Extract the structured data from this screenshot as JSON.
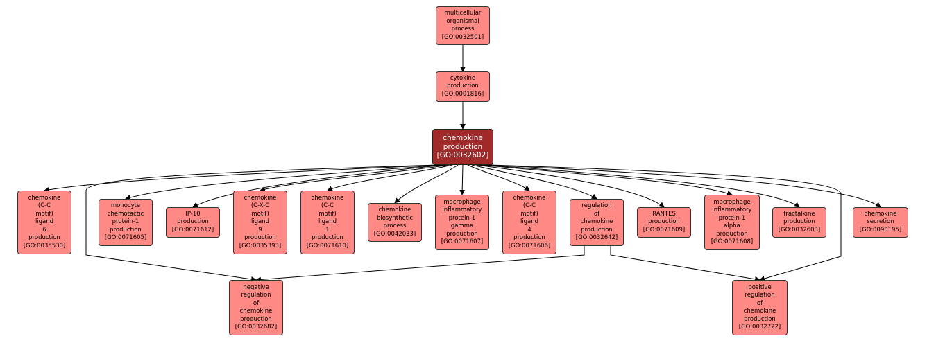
{
  "colors": {
    "term_fill": "#ff8a85",
    "focus_fill": "#a02a2a",
    "border": "#333333",
    "edge": "#000000"
  },
  "nodes": {
    "multicellular": {
      "lines": [
        "multicellular",
        "organismal",
        "process",
        "[GO:0032501]"
      ]
    },
    "cytokine": {
      "lines": [
        "cytokine",
        "production",
        "[GO:0001816]"
      ]
    },
    "chemokine": {
      "lines": [
        "chemokine",
        "production",
        "[GO:0032602]"
      ]
    },
    "ccl6": {
      "lines": [
        "chemokine",
        "(C-C",
        "motif)",
        "ligand",
        "6",
        "production",
        "[GO:0035530]"
      ]
    },
    "monocyte": {
      "lines": [
        "monocyte",
        "chemotactic",
        "protein-1",
        "production",
        "[GO:0071605]"
      ]
    },
    "ip10": {
      "lines": [
        "IP-10",
        "production",
        "[GO:0071612]"
      ]
    },
    "cxcl9": {
      "lines": [
        "chemokine",
        "(C-X-C",
        "motif)",
        "ligand",
        "9",
        "production",
        "[GO:0035393]"
      ]
    },
    "ccl1": {
      "lines": [
        "chemokine",
        "(C-C",
        "motif)",
        "ligand",
        "1",
        "production",
        "[GO:0071610]"
      ]
    },
    "biosynthetic": {
      "lines": [
        "chemokine",
        "biosynthetic",
        "process",
        "[GO:0042033]"
      ]
    },
    "mip1g": {
      "lines": [
        "macrophage",
        "inflammatory",
        "protein-1",
        "gamma",
        "production",
        "[GO:0071607]"
      ]
    },
    "ccl4": {
      "lines": [
        "chemokine",
        "(C-C",
        "motif)",
        "ligand",
        "4",
        "production",
        "[GO:0071606]"
      ]
    },
    "regulation": {
      "lines": [
        "regulation",
        "of",
        "chemokine",
        "production",
        "[GO:0032642]"
      ]
    },
    "rantes": {
      "lines": [
        "RANTES",
        "production",
        "[GO:0071609]"
      ]
    },
    "mip1a": {
      "lines": [
        "macrophage",
        "inflammatory",
        "protein-1",
        "alpha",
        "production",
        "[GO:0071608]"
      ]
    },
    "fractalkine": {
      "lines": [
        "fractalkine",
        "production",
        "[GO:0032603]"
      ]
    },
    "secretion": {
      "lines": [
        "chemokine",
        "secretion",
        "[GO:0090195]"
      ]
    },
    "negreg": {
      "lines": [
        "negative",
        "regulation",
        "of",
        "chemokine",
        "production",
        "[GO:0032682]"
      ]
    },
    "posreg": {
      "lines": [
        "positive",
        "regulation",
        "of",
        "chemokine",
        "production",
        "[GO:0032722]"
      ]
    }
  }
}
